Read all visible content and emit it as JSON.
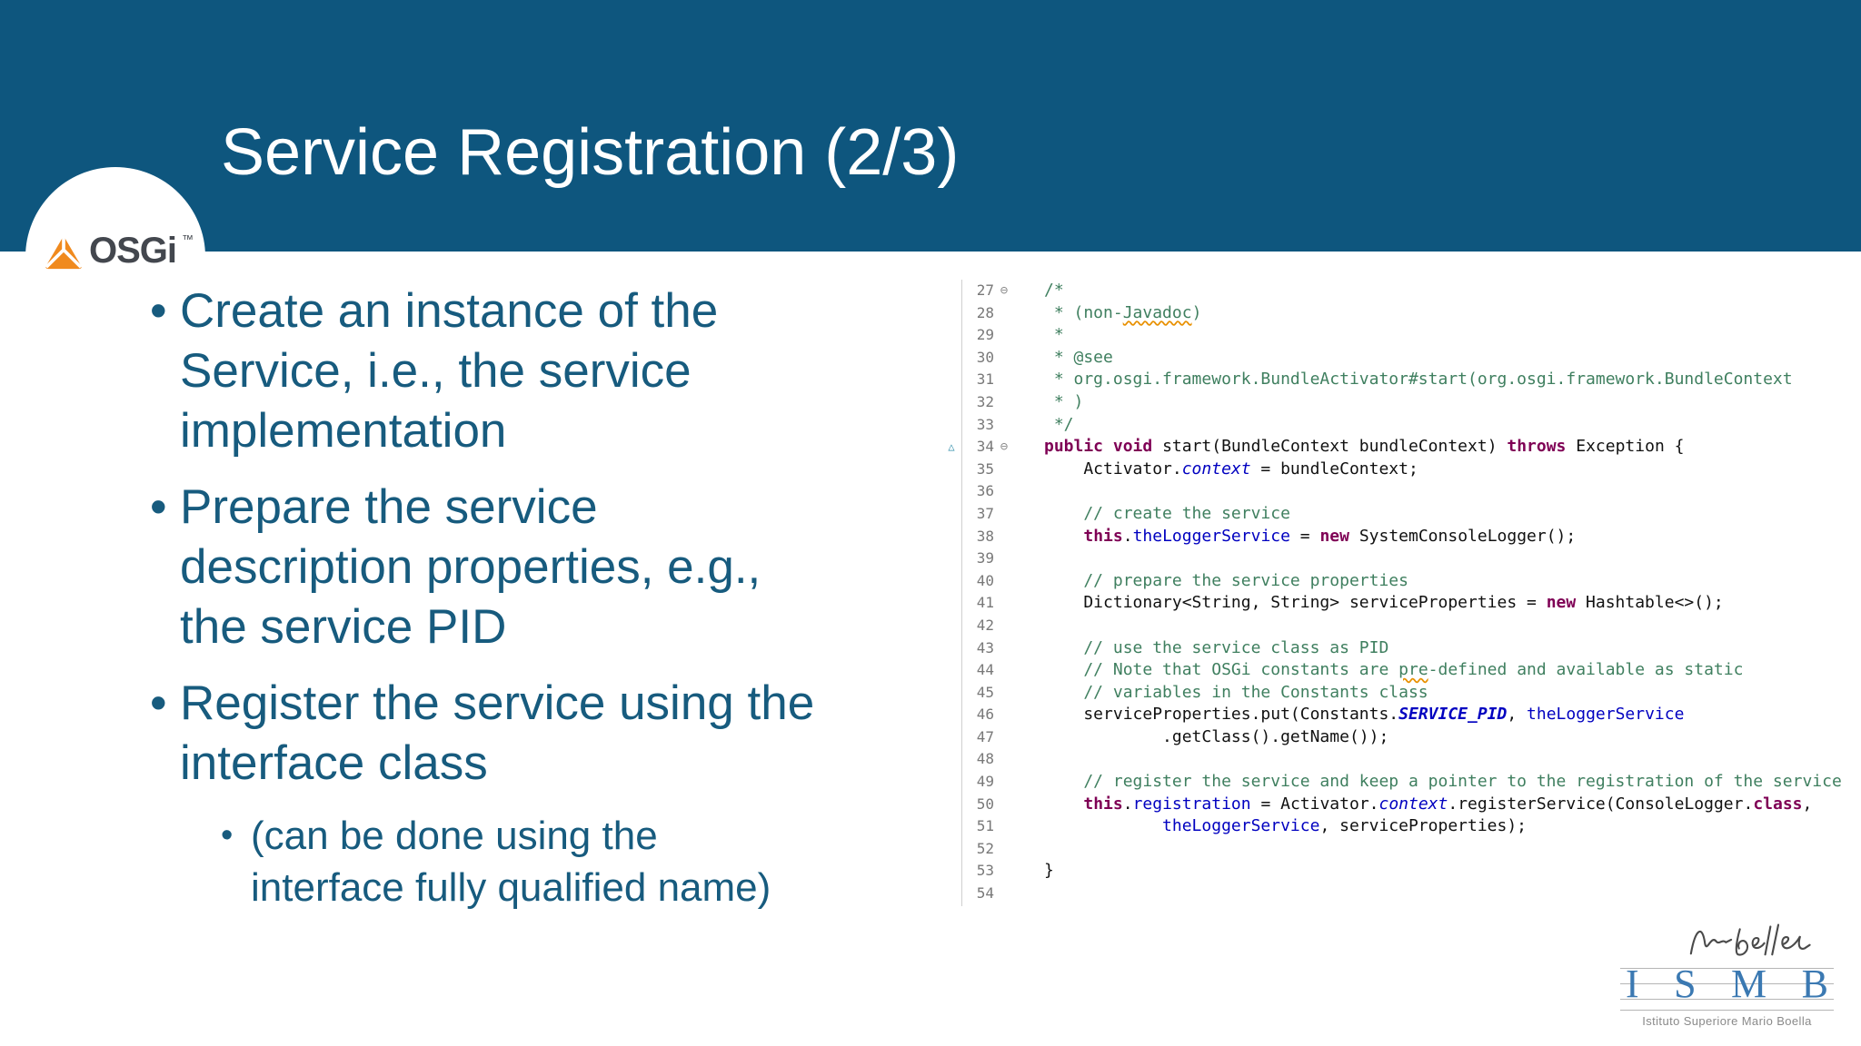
{
  "slide": {
    "title": "Service Registration (2/3)",
    "logo": {
      "brand": "OSGi",
      "tm": "™"
    },
    "bullet_glyph": "•",
    "bullets": [
      {
        "level": 1,
        "lines": [
          "Create an instance of the",
          "Service, i.e., the service",
          "implementation"
        ]
      },
      {
        "level": 1,
        "lines": [
          "Prepare the service",
          "description properties, e.g.,",
          "the service PID"
        ]
      },
      {
        "level": 1,
        "lines": [
          "Register the service using the",
          "interface class"
        ]
      },
      {
        "level": 2,
        "lines": [
          "(can be done using the",
          "interface fully qualified name)"
        ]
      }
    ]
  },
  "code_editor": {
    "lines": [
      {
        "num": "27",
        "fold": "⊖",
        "tokens": [
          [
            "c",
            "/*"
          ]
        ]
      },
      {
        "num": "28",
        "tokens": [
          [
            "c",
            " * (non-"
          ],
          [
            "cu",
            "Javadoc"
          ],
          [
            "c",
            ")"
          ]
        ]
      },
      {
        "num": "29",
        "tokens": [
          [
            "c",
            " *"
          ]
        ]
      },
      {
        "num": "30",
        "tokens": [
          [
            "c",
            " * @see"
          ]
        ]
      },
      {
        "num": "31",
        "tokens": [
          [
            "c",
            " * org.osgi.framework.BundleActivator#start(org.osgi.framework.BundleContext"
          ]
        ]
      },
      {
        "num": "32",
        "tokens": [
          [
            "c",
            " * )"
          ]
        ]
      },
      {
        "num": "33",
        "tokens": [
          [
            "c",
            " */"
          ]
        ]
      },
      {
        "num": "34",
        "marker": "△",
        "fold": "⊖",
        "tokens": [
          [
            "k",
            "public"
          ],
          [
            "p",
            " "
          ],
          [
            "k",
            "void"
          ],
          [
            "p",
            " start(BundleContext bundleContext) "
          ],
          [
            "k",
            "throws"
          ],
          [
            "p",
            " Exception {"
          ]
        ]
      },
      {
        "num": "35",
        "tokens": [
          [
            "p",
            "    Activator."
          ],
          [
            "sf",
            "context"
          ],
          [
            "p",
            " = bundleContext;"
          ]
        ]
      },
      {
        "num": "36",
        "tokens": []
      },
      {
        "num": "37",
        "tokens": [
          [
            "c",
            "    // create the service"
          ]
        ]
      },
      {
        "num": "38",
        "tokens": [
          [
            "p",
            "    "
          ],
          [
            "k",
            "this"
          ],
          [
            "p",
            "."
          ],
          [
            "f",
            "theLoggerService"
          ],
          [
            "p",
            " = "
          ],
          [
            "k",
            "new"
          ],
          [
            "p",
            " SystemConsoleLogger();"
          ]
        ]
      },
      {
        "num": "39",
        "tokens": []
      },
      {
        "num": "40",
        "tokens": [
          [
            "c",
            "    // prepare the service properties"
          ]
        ]
      },
      {
        "num": "41",
        "tokens": [
          [
            "p",
            "    Dictionary<String, String> serviceProperties = "
          ],
          [
            "k",
            "new"
          ],
          [
            "p",
            " Hashtable<>();"
          ]
        ]
      },
      {
        "num": "42",
        "tokens": []
      },
      {
        "num": "43",
        "tokens": [
          [
            "c",
            "    // use the service class as PID"
          ]
        ]
      },
      {
        "num": "44",
        "tokens": [
          [
            "c",
            "    // Note that OSGi constants are "
          ],
          [
            "cu",
            "pre"
          ],
          [
            "c",
            "-defined and available as static"
          ]
        ]
      },
      {
        "num": "45",
        "tokens": [
          [
            "c",
            "    // variables in the Constants class"
          ]
        ]
      },
      {
        "num": "46",
        "tokens": [
          [
            "p",
            "    serviceProperties.put(Constants."
          ],
          [
            "cf",
            "SERVICE_PID"
          ],
          [
            "p",
            ", "
          ],
          [
            "f",
            "theLoggerService"
          ]
        ]
      },
      {
        "num": "47",
        "tokens": [
          [
            "p",
            "            .getClass().getName());"
          ]
        ]
      },
      {
        "num": "48",
        "tokens": []
      },
      {
        "num": "49",
        "tokens": [
          [
            "c",
            "    // register the service and keep a pointer to the registration of the service"
          ]
        ]
      },
      {
        "num": "50",
        "tokens": [
          [
            "p",
            "    "
          ],
          [
            "k",
            "this"
          ],
          [
            "p",
            "."
          ],
          [
            "f",
            "registration"
          ],
          [
            "p",
            " = Activator."
          ],
          [
            "sf",
            "context"
          ],
          [
            "p",
            ".registerService(ConsoleLogger."
          ],
          [
            "k",
            "class"
          ],
          [
            "p",
            ","
          ]
        ]
      },
      {
        "num": "51",
        "tokens": [
          [
            "p",
            "            "
          ],
          [
            "f",
            "theLoggerService"
          ],
          [
            "p",
            ", serviceProperties);"
          ]
        ]
      },
      {
        "num": "52",
        "tokens": []
      },
      {
        "num": "53",
        "tokens": [
          [
            "p",
            "}"
          ]
        ]
      },
      {
        "num": "54",
        "tokens": []
      }
    ]
  },
  "footer_logo": {
    "letters": "ISMB",
    "subtitle": "Istituto Superiore Mario Boella",
    "signature": "M. Boella"
  },
  "colors": {
    "header_bg": "#0E567E",
    "body_text": "#175B7E",
    "osgi_orange": "#F08A1E",
    "code_comment_green": "#3F7F5F",
    "code_keyword_purple": "#7F0055",
    "code_field_blue": "#0000C0",
    "line_number_gray": "#787878",
    "ismb_blue": "#3B79B2"
  }
}
